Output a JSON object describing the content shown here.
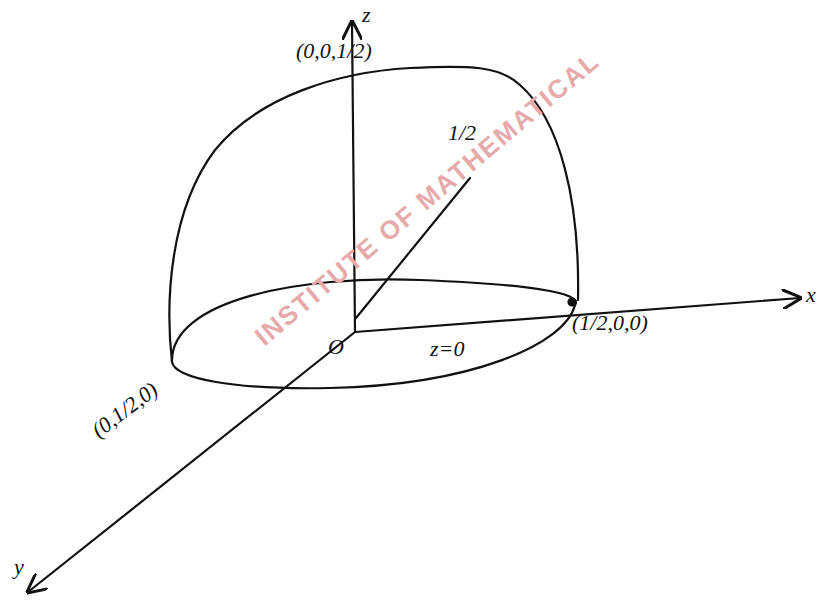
{
  "diagram": {
    "labels": [
      "INSTITUTE OF MATHEMATICAL",
      "(0,0,1/2)",
      "z",
      "1/2",
      "O",
      "z=0",
      "(1/2,0,0)",
      "x",
      "(0,1/2,0)",
      "y"
    ]
  }
}
